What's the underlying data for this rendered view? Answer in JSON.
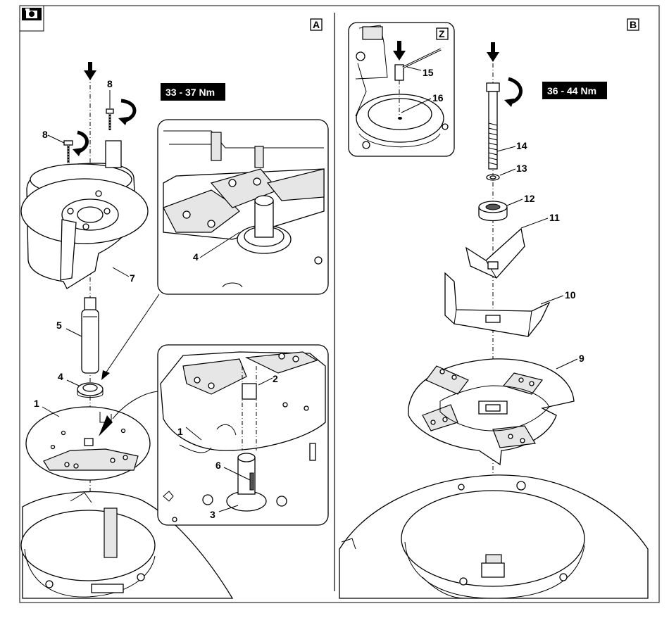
{
  "panels": {
    "left": {
      "letter": "A",
      "torque": "33 - 37 Nm"
    },
    "right": {
      "letter": "B",
      "torque": "36 - 44 Nm"
    },
    "inset_right": {
      "letter": "Z"
    }
  },
  "part_labels": {
    "p1": "1",
    "p1b": "1",
    "p2": "2",
    "p3": "3",
    "p4": "4",
    "p4b": "4",
    "p5": "5",
    "p6": "6",
    "p7": "7",
    "p8a": "8",
    "p8b": "8",
    "p9": "9",
    "p10": "10",
    "p11": "11",
    "p12": "12",
    "p13": "13",
    "p14": "14",
    "p15": "15",
    "p16": "16"
  },
  "icons": {
    "header": "camera-icon"
  }
}
